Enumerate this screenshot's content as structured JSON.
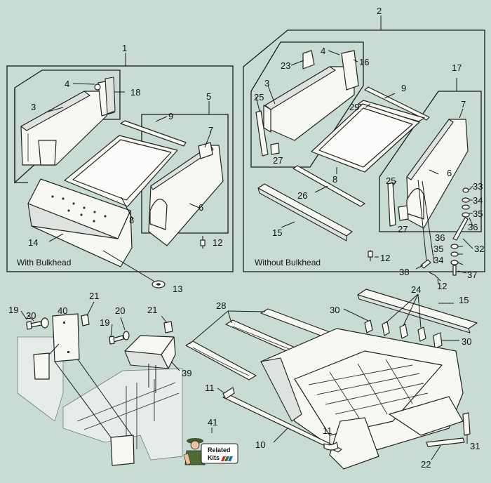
{
  "callouts": {
    "n1": "1",
    "n2": "2",
    "n3a": "3",
    "n3b": "3",
    "n4a": "4",
    "n4b": "4",
    "n5": "5",
    "n6a": "6",
    "n6b": "6",
    "n7a": "7",
    "n7b": "7",
    "n8a": "8",
    "n8b": "8",
    "n9a": "9",
    "n9b": "9",
    "n10": "10",
    "n11a": "11",
    "n11b": "11",
    "n12a": "12",
    "n12b": "12",
    "n12c": "12",
    "n13": "13",
    "n14": "14",
    "n15a": "15",
    "n15b": "15",
    "n16": "16",
    "n17": "17",
    "n18": "18",
    "n19a": "19",
    "n19b": "19",
    "n20a": "20",
    "n20b": "20",
    "n21a": "21",
    "n21b": "21",
    "n22": "22",
    "n23": "23",
    "n24": "24",
    "n25a": "25",
    "n25b": "25",
    "n26": "26",
    "n27a": "27",
    "n27b": "27",
    "n28": "28",
    "n29": "29",
    "n30a": "30",
    "n30b": "30",
    "n31": "31",
    "n32": "32",
    "n33": "33",
    "n34a": "34",
    "n34b": "34",
    "n35a": "35",
    "n35b": "35",
    "n36a": "36",
    "n36b": "36",
    "n37": "37",
    "n38": "38",
    "n39": "39",
    "n40": "40",
    "n41": "41"
  },
  "captions": {
    "with_bulkhead": "With Bulkhead",
    "without_bulkhead": "Without Bulkhead"
  },
  "kit_badge": {
    "line1": "Related",
    "line2": "Kits"
  }
}
